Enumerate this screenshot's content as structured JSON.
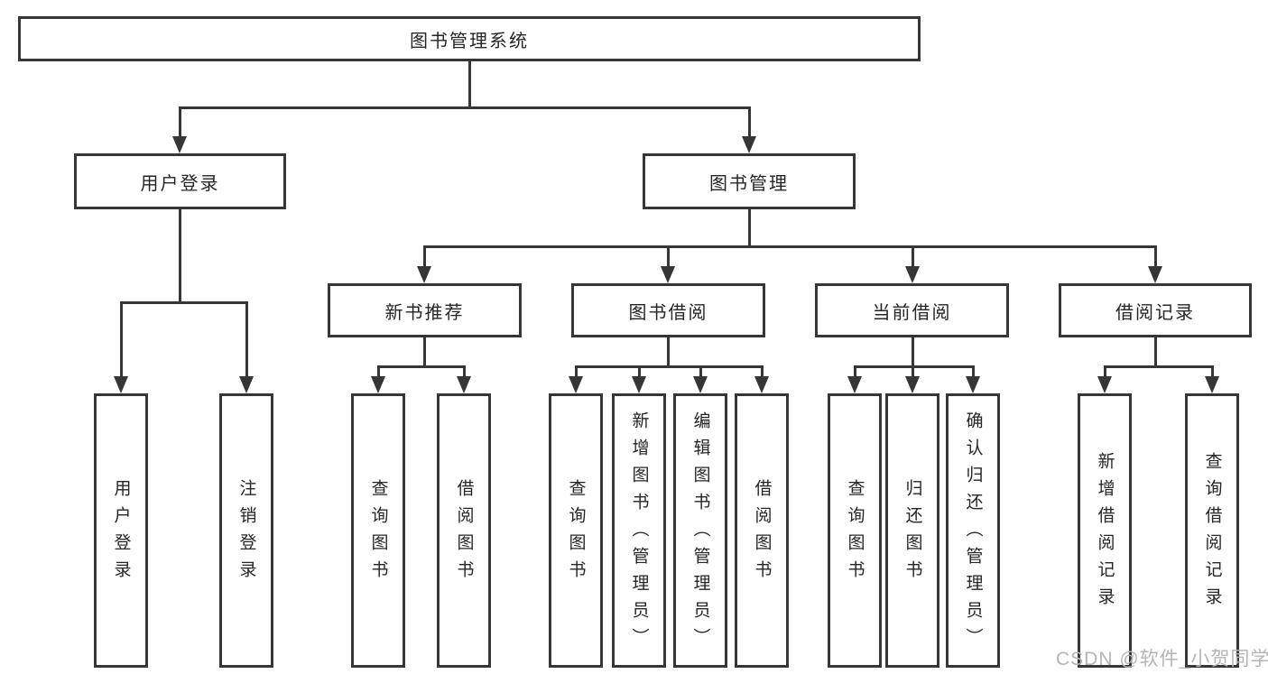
{
  "diagram": {
    "root": {
      "label": "图书管理系统"
    },
    "branches": [
      {
        "label": "用户登录",
        "leaves": [
          {
            "label": "用户登录"
          },
          {
            "label": "注销登录"
          }
        ]
      },
      {
        "label": "图书管理",
        "groups": [
          {
            "label": "新书推荐",
            "leaves": [
              {
                "label": "查询图书"
              },
              {
                "label": "借阅图书"
              }
            ]
          },
          {
            "label": "图书借阅",
            "leaves": [
              {
                "label": "查询图书"
              },
              {
                "label": "新增图书（管理员）"
              },
              {
                "label": "编辑图书（管理员）"
              },
              {
                "label": "借阅图书"
              }
            ]
          },
          {
            "label": "当前借阅",
            "leaves": [
              {
                "label": "查询图书"
              },
              {
                "label": "归还图书"
              },
              {
                "label": "确认归还（管理员）"
              }
            ]
          },
          {
            "label": "借阅记录",
            "leaves": [
              {
                "label": "新增借阅记录"
              },
              {
                "label": "查询借阅记录"
              }
            ]
          }
        ]
      }
    ]
  },
  "watermark": {
    "text": "CSDN @软件_小贺同学"
  },
  "colors": {
    "line": "#363636",
    "text": "#262626",
    "background": "#ffffff",
    "watermark": "#b5b5b5"
  }
}
